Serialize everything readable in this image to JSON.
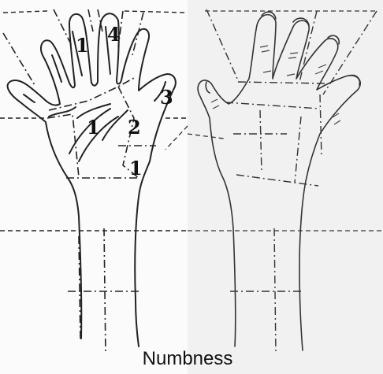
{
  "caption": "Numbness",
  "zones": {
    "index_finger": "1",
    "middle_finger": "4",
    "ring_finger_side": "3",
    "palm_center": "1",
    "palm_thenar": "2",
    "wrist_base": "1"
  },
  "colors": {
    "ink": "#222222",
    "panel_left": "#fbfbfb",
    "panel_right": "#f1f1f1"
  }
}
